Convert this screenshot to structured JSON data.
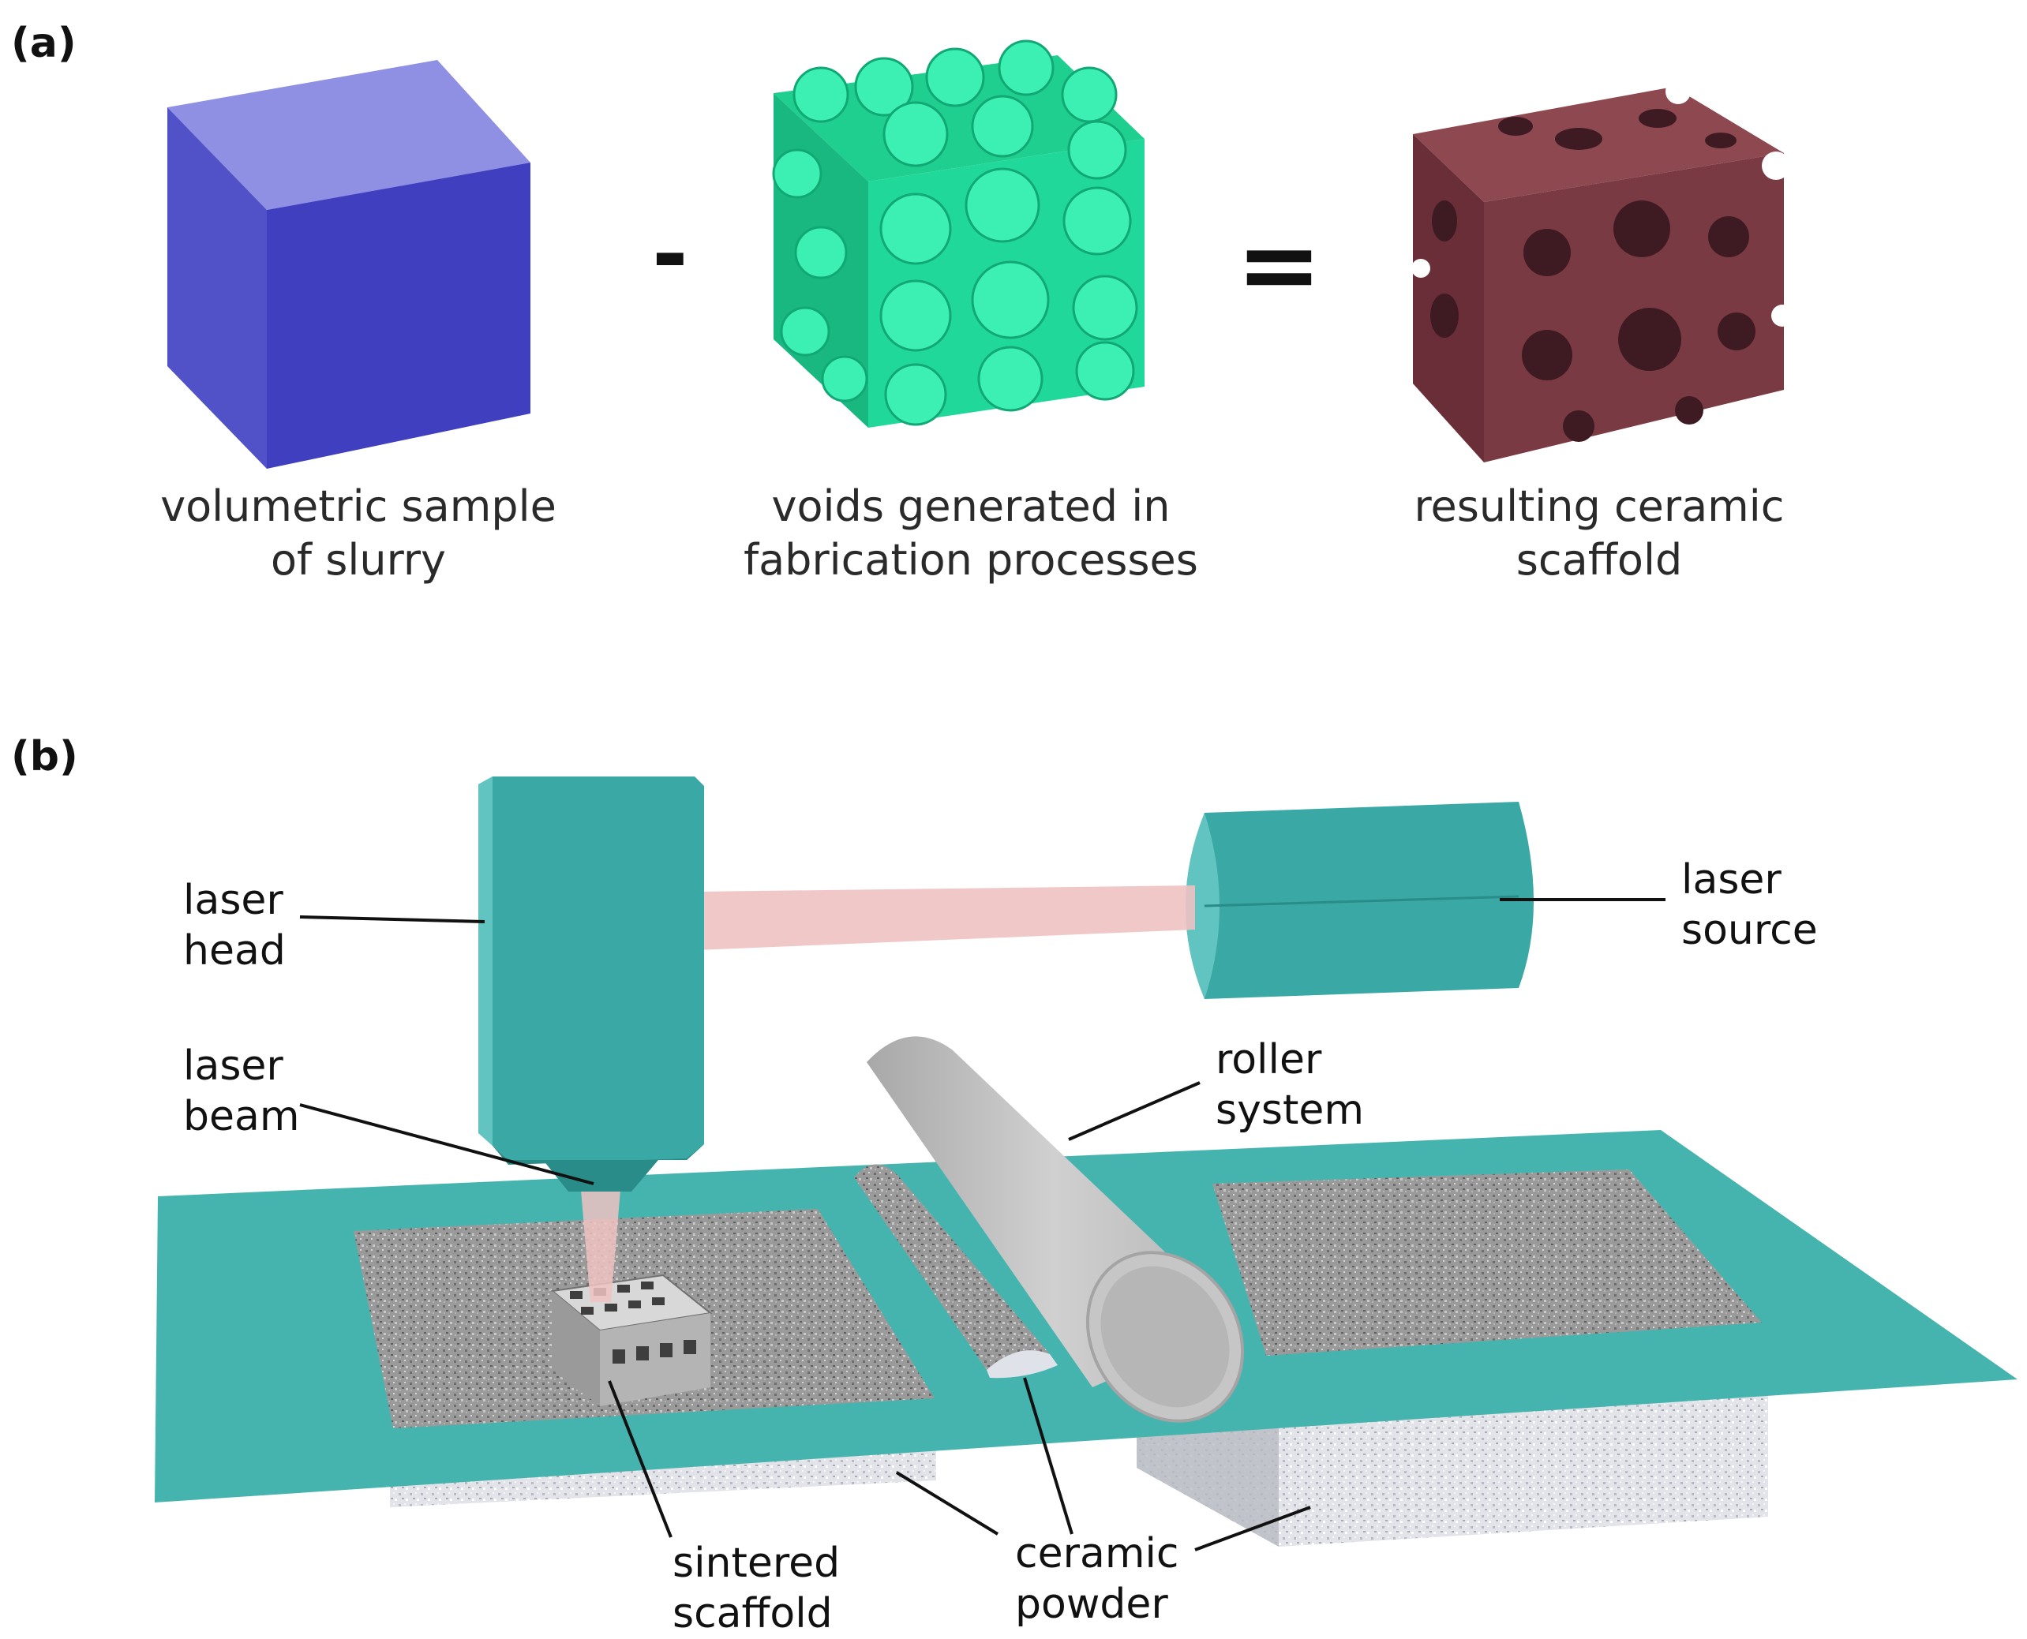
{
  "panel_a": {
    "label": "(a)",
    "minus_sign": "-",
    "equals_sign": "=",
    "items": [
      {
        "caption_line1": "volumetric sample",
        "caption_line2": "of slurry",
        "color": "#3f3fc0"
      },
      {
        "caption_line1": "voids generated in",
        "caption_line2": "fabrication processes",
        "color": "#20e8a4"
      },
      {
        "caption_line1": "resulting ceramic",
        "caption_line2": "scaffold",
        "color": "#7a3a44"
      }
    ]
  },
  "panel_b": {
    "label": "(b)",
    "callouts": {
      "laser_head": [
        "laser",
        "head"
      ],
      "laser_source": [
        "laser",
        "source"
      ],
      "laser_beam": [
        "laser",
        "beam"
      ],
      "roller_system": [
        "roller",
        "system"
      ],
      "sintered_scaffold": [
        "sintered",
        "scaffold"
      ],
      "ceramic_powder": [
        "ceramic",
        "powder"
      ]
    },
    "colors": {
      "machine_teal": "#3aa8a4",
      "platform_teal": "#46b4ae",
      "powder_gray": "#8c8c8c",
      "roller_gray": "#c4c4c4",
      "beam_pink": "#f0c2c2"
    }
  }
}
